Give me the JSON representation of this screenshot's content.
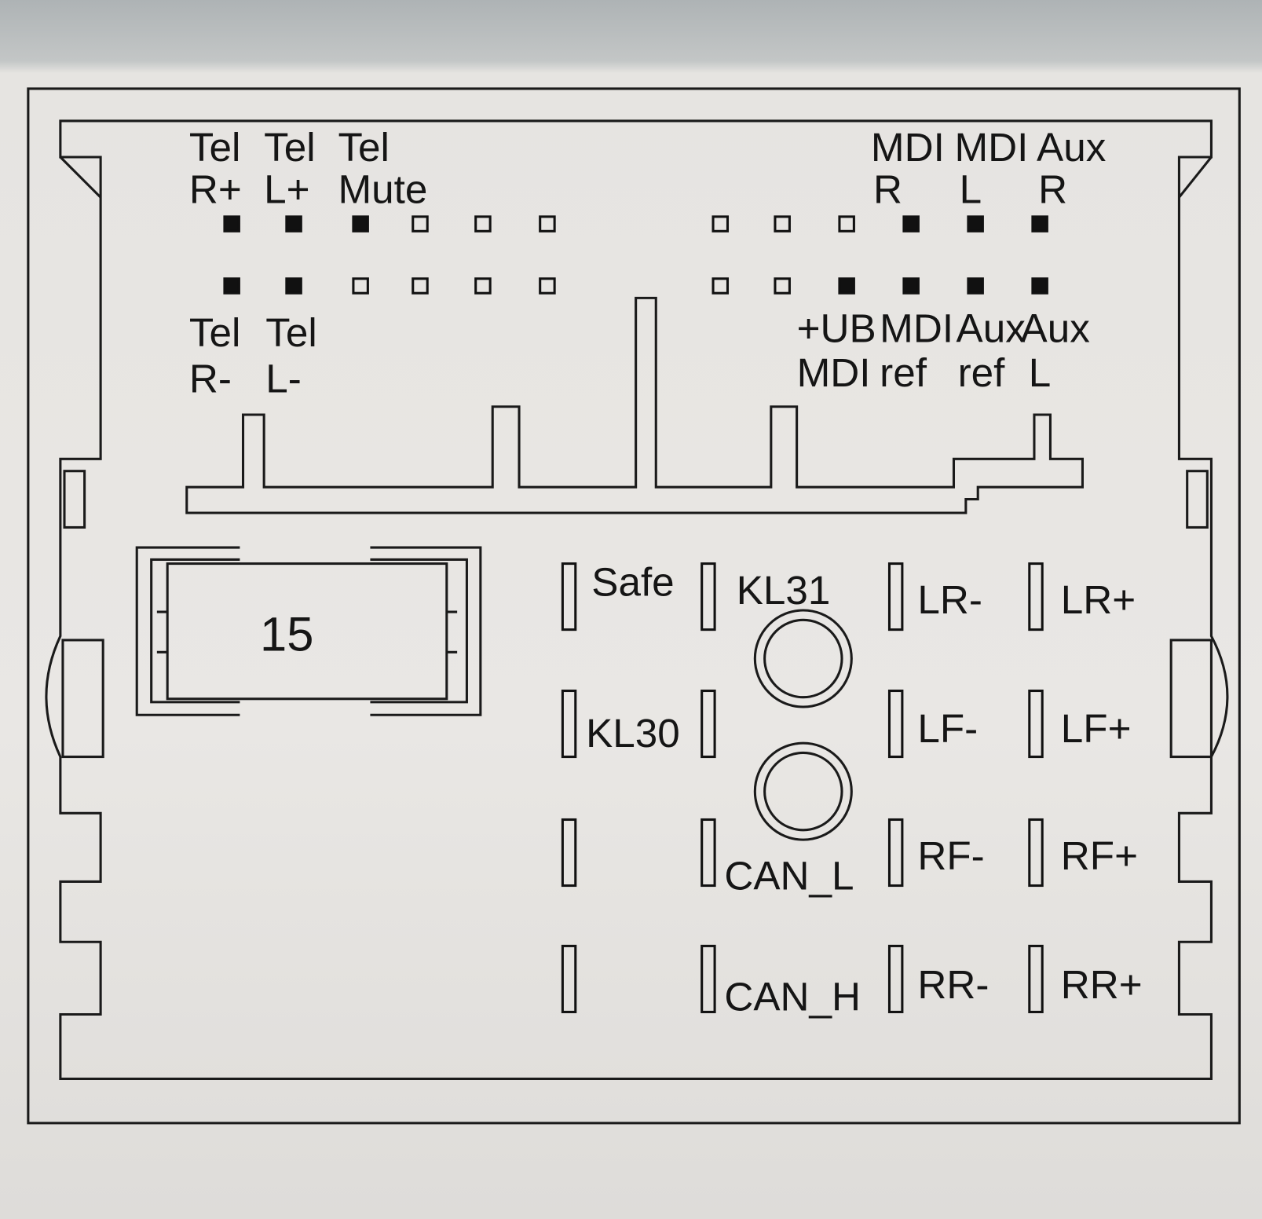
{
  "top_labels": [
    {
      "l1": "Tel",
      "l2": "R+"
    },
    {
      "l1": "Tel",
      "l2": "L+"
    },
    {
      "l1": "Tel",
      "l2": "Mute"
    },
    {
      "l1": "MDI",
      "l2": "R"
    },
    {
      "l1": "MDI",
      "l2": "L"
    },
    {
      "l1": "Aux",
      "l2": "R"
    }
  ],
  "bottom_labels": [
    {
      "l1": "Tel",
      "l2": "R-"
    },
    {
      "l1": "Tel",
      "l2": "L-"
    },
    {
      "l1": "+UB",
      "l2": "MDI"
    },
    {
      "l1": "MDI",
      "l2": "ref"
    },
    {
      "l1": "Aux",
      "l2": "ref"
    },
    {
      "l1": "Aux",
      "l2": "L"
    }
  ],
  "pin_row_top_filled": [
    true,
    true,
    true,
    false,
    false,
    false,
    false,
    false,
    false,
    true,
    true,
    true
  ],
  "pin_row_bottom_filled": [
    true,
    true,
    false,
    false,
    false,
    false,
    false,
    false,
    true,
    true,
    true,
    true
  ],
  "fuse": {
    "label": "15"
  },
  "power_pins": {
    "safe": "Safe",
    "kl31": "KL31",
    "kl30": "KL30",
    "can_l": "CAN_L",
    "can_h": "CAN_H"
  },
  "speaker_pins": {
    "lr_minus": "LR-",
    "lr_plus": "LR+",
    "lf_minus": "LF-",
    "lf_plus": "LF+",
    "rf_minus": "RF-",
    "rf_plus": "RF+",
    "rr_minus": "RR-",
    "rr_plus": "RR+"
  }
}
